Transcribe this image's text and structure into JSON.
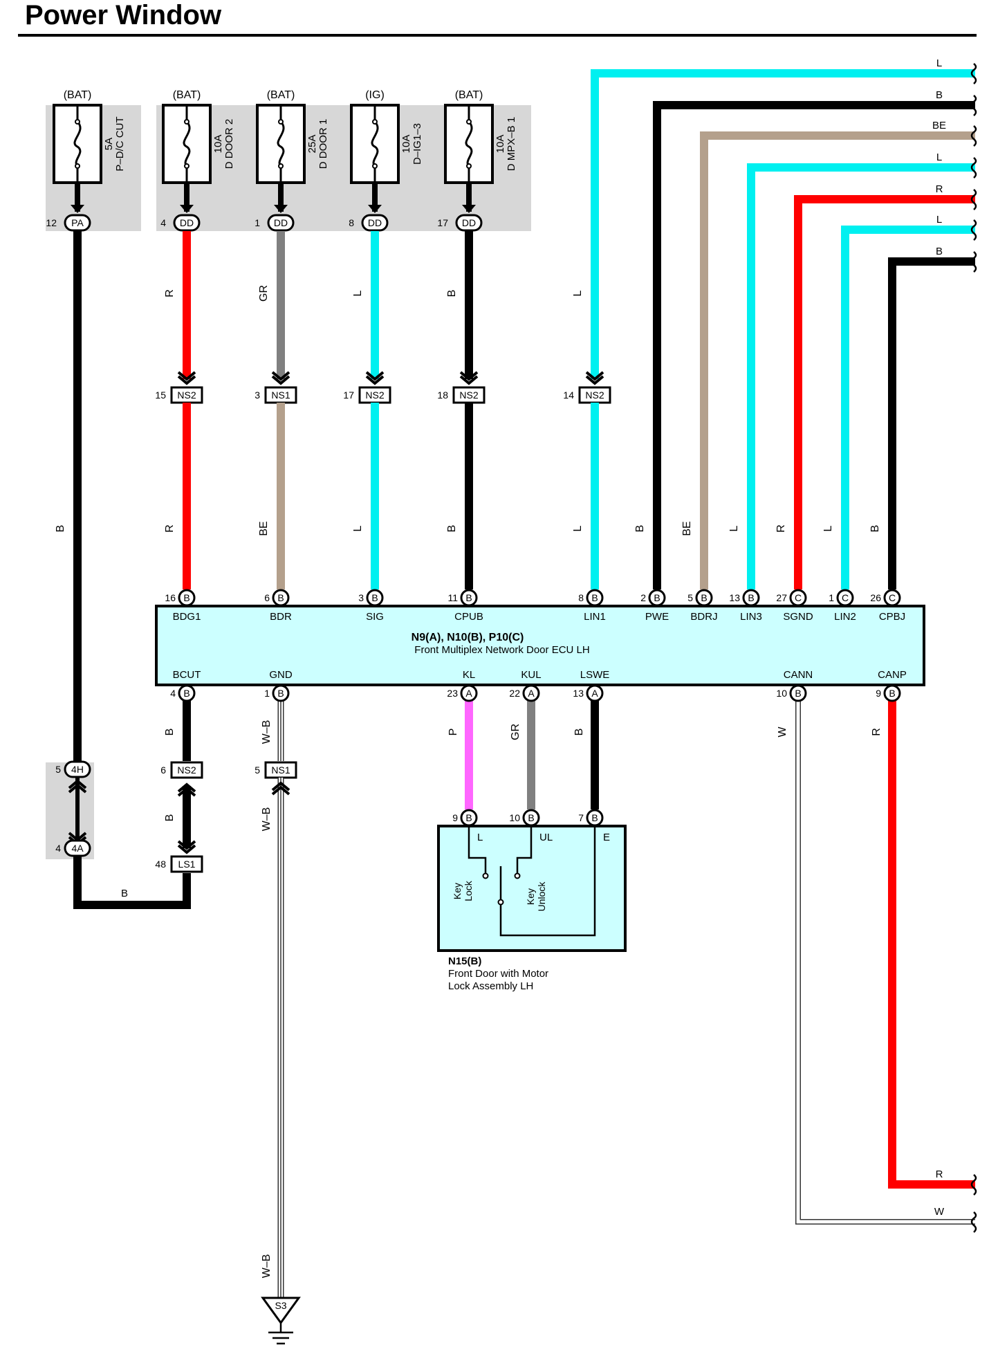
{
  "title": "Power Window",
  "colors": {
    "L": "#00f0f0",
    "B": "#000000",
    "BE": "#b4a08c",
    "R": "#ff0000",
    "GR": "#808080",
    "P": "#ff66ff",
    "W": "#ffffff",
    "panel": "#d7d7d7",
    "ecu": "#ccffff"
  },
  "fuses": [
    {
      "source": "(BAT)",
      "amp": "5A",
      "name": "P–D/C CUT",
      "pin": "12",
      "conn": "PA"
    },
    {
      "source": "(BAT)",
      "amp": "10A",
      "name": "D DOOR 2",
      "pin": "4",
      "conn": "DD"
    },
    {
      "source": "(BAT)",
      "amp": "25A",
      "name": "D DOOR 1",
      "pin": "1",
      "conn": "DD"
    },
    {
      "source": "(IG)",
      "amp": "10A",
      "name": "D–IG1–3",
      "pin": "8",
      "conn": "DD"
    },
    {
      "source": "(BAT)",
      "amp": "10A",
      "name": "D MPX–B 1",
      "pin": "17",
      "conn": "DD"
    }
  ],
  "wire_upper": [
    {
      "color": "R"
    },
    {
      "color": "GR"
    },
    {
      "color": "L"
    },
    {
      "color": "B"
    },
    {
      "color": "L"
    }
  ],
  "junctions_mid": [
    {
      "pin": "15",
      "conn": "NS2"
    },
    {
      "pin": "3",
      "conn": "NS1"
    },
    {
      "pin": "17",
      "conn": "NS2"
    },
    {
      "pin": "18",
      "conn": "NS2"
    },
    {
      "pin": "14",
      "conn": "NS2"
    }
  ],
  "ecu": {
    "title": "N9(A), N10(B), P10(C)",
    "subtitle": "Front Multiplex Network Door ECU LH",
    "top_pins": [
      {
        "pin": "16",
        "conn": "B",
        "label": "BDG1",
        "wire": "R"
      },
      {
        "pin": "6",
        "conn": "B",
        "label": "BDR",
        "wire": "BE"
      },
      {
        "pin": "3",
        "conn": "B",
        "label": "SIG",
        "wire": "L"
      },
      {
        "pin": "11",
        "conn": "B",
        "label": "CPUB",
        "wire": "B"
      },
      {
        "pin": "8",
        "conn": "B",
        "label": "LIN1",
        "wire": "L"
      },
      {
        "pin": "2",
        "conn": "B",
        "label": "PWE",
        "wire": "B"
      },
      {
        "pin": "5",
        "conn": "B",
        "label": "BDRJ",
        "wire": "BE"
      },
      {
        "pin": "13",
        "conn": "B",
        "label": "LIN3",
        "wire": "L"
      },
      {
        "pin": "27",
        "conn": "C",
        "label": "SGND",
        "wire": "R"
      },
      {
        "pin": "1",
        "conn": "C",
        "label": "LIN2",
        "wire": "L"
      },
      {
        "pin": "26",
        "conn": "C",
        "label": "CPBJ",
        "wire": "B"
      }
    ],
    "bottom_pins": [
      {
        "pin": "4",
        "conn": "B",
        "label": "BCUT",
        "wire": "B"
      },
      {
        "pin": "1",
        "conn": "B",
        "label": "GND",
        "wire": "W–B"
      },
      {
        "pin": "23",
        "conn": "A",
        "label": "KL",
        "wire": "P"
      },
      {
        "pin": "22",
        "conn": "A",
        "label": "KUL",
        "wire": "GR"
      },
      {
        "pin": "13",
        "conn": "A",
        "label": "LSWE",
        "wire": "B"
      },
      {
        "pin": "10",
        "conn": "B",
        "label": "CANN",
        "wire": "W"
      },
      {
        "pin": "9",
        "conn": "B",
        "label": "CANP",
        "wire": "R"
      }
    ]
  },
  "left_wire": {
    "color": "B"
  },
  "edge_labels_top": [
    "L",
    "B",
    "BE",
    "L",
    "R",
    "L",
    "B"
  ],
  "edge_labels_bottom": [
    "R",
    "W"
  ],
  "lower_left": {
    "c4h": {
      "pin": "5",
      "conn": "4H"
    },
    "c4a": {
      "pin": "4",
      "conn": "4A"
    },
    "bcut_ns2": {
      "pin": "6",
      "conn": "NS2"
    },
    "ls1": {
      "pin": "48",
      "conn": "LS1"
    },
    "gnd_ns1": {
      "pin": "5",
      "conn": "NS1"
    },
    "bottom_wire": "B",
    "ground": "S3"
  },
  "lock": {
    "pins": [
      {
        "pin": "9",
        "conn": "B",
        "label": "L"
      },
      {
        "pin": "10",
        "conn": "B",
        "label": "UL"
      },
      {
        "pin": "7",
        "conn": "B",
        "label": "E"
      }
    ],
    "key_lock_1": "Key",
    "key_lock_2": "Lock",
    "key_unlock_1": "Key",
    "key_unlock_2": "Unlock",
    "title": "N15(B)",
    "subtitle_1": "Front Door with Motor",
    "subtitle_2": "Lock Assembly LH"
  },
  "wire_labels": {
    "bcut_upper": "B",
    "bcut_lower": "B",
    "gnd_upper": "W–B",
    "gnd_mid": "W–B",
    "gnd_lower": "W–B",
    "kl": "P",
    "kul": "GR",
    "lswe": "B",
    "cann": "W",
    "canp": "R"
  }
}
